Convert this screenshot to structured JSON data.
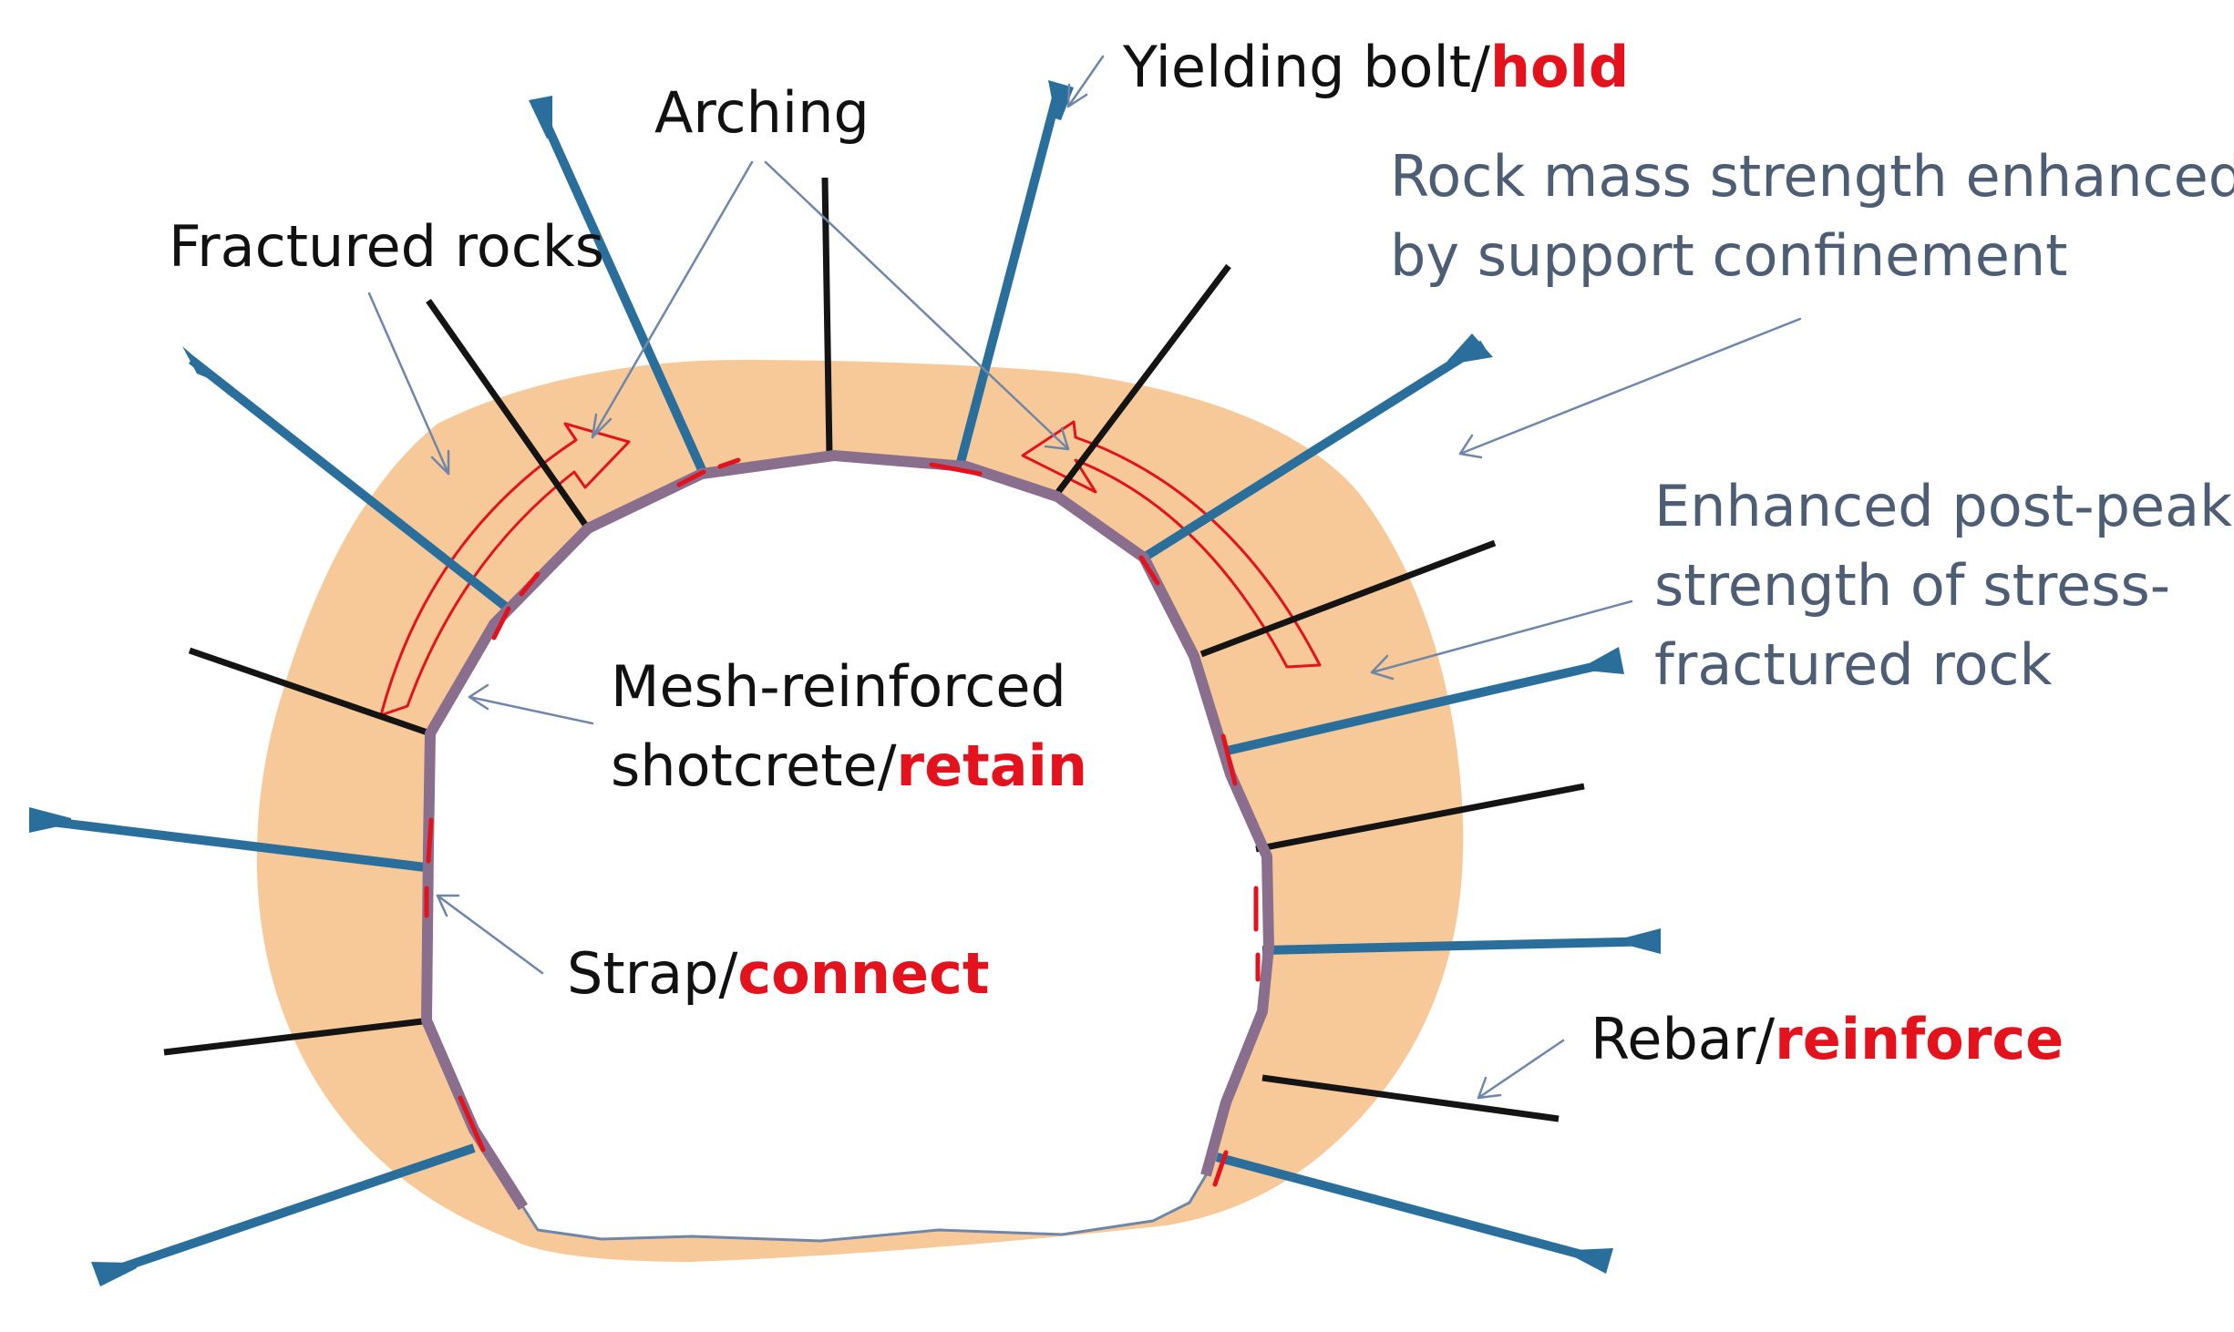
{
  "colors": {
    "rock_zone": "#f8c998",
    "yielding_bolt": "#2a6e9b",
    "rebar": "#141414",
    "shotcrete_liner": "#8a6e8e",
    "strap_dash": "#e3121c",
    "arching_outline": "#e3121c",
    "leader_line": "#6f86a8",
    "label_text": "#111111",
    "label_text_secondary": "#4d5d74",
    "function_text": "#e3121c"
  },
  "labels": {
    "arching": "Arching",
    "yielding_bolt": "Yielding bolt/",
    "yielding_bolt_function": "hold",
    "fractured_rocks": "Fractured rocks",
    "rock_mass_line1": "Rock mass strength enhanced",
    "rock_mass_line2": "by support confinement",
    "enhanced_line1": "Enhanced post-peak",
    "enhanced_line2": "strength of stress-",
    "enhanced_line3": "fractured rock",
    "mesh_line1": "Mesh-reinforced",
    "mesh_line2": "shotcrete/",
    "mesh_function": "retain",
    "strap": "Strap/",
    "strap_function": "connect",
    "rebar": "Rebar/",
    "rebar_function": "reinforce"
  }
}
